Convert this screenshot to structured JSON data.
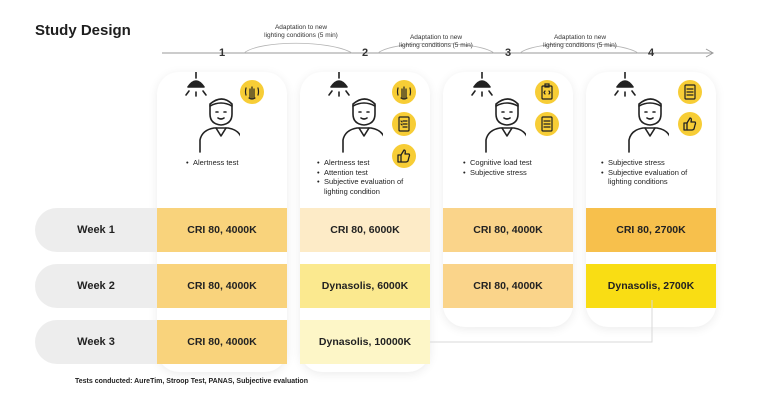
{
  "title": "Study Design",
  "phases": [
    {
      "number": "1",
      "tests": [
        "Alertness test"
      ],
      "badges": [
        "hand-scan-icon"
      ]
    },
    {
      "number": "2",
      "tests": [
        "Alertness test",
        "Attention test",
        "Subjective evaluation of lighting condition"
      ],
      "badges": [
        "hand-scan-icon",
        "checklist-icon",
        "thumbs-up-icon"
      ]
    },
    {
      "number": "3",
      "tests": [
        "Cognitive load test",
        "Subjective stress"
      ],
      "badges": [
        "code-clipboard-icon",
        "document-icon"
      ]
    },
    {
      "number": "4",
      "tests": [
        "Subjective stress",
        "Subjective evaluation of lighting conditions"
      ],
      "badges": [
        "document-icon",
        "thumbs-up-icon"
      ]
    }
  ],
  "adaptation_label": [
    "Adaptation to new",
    "lighting conditions (5 min)"
  ],
  "weeks": [
    {
      "label": "Week 1",
      "conditions": [
        "CRI 80, 4000K",
        "CRI 80, 6000K",
        "CRI 80, 4000K",
        "CRI 80, 2700K"
      ]
    },
    {
      "label": "Week 2",
      "conditions": [
        "CRI 80, 4000K",
        "Dynasolis, 6000K",
        "CRI 80, 4000K",
        "Dynasolis, 2700K"
      ]
    },
    {
      "label": "Week 3",
      "conditions": [
        "CRI 80, 4000K",
        "Dynasolis, 10000K"
      ]
    }
  ],
  "cell_colors": [
    [
      "#f9d37c",
      "#fdebc7",
      "#fad48a",
      "#f7c04c"
    ],
    [
      "#f9d37c",
      "#fbe98f",
      "#fad48a",
      "#f9dd14"
    ],
    [
      "#f9d37c",
      "#fdf6c7"
    ]
  ],
  "footnote": "Tests conducted: AureTim, Stroop Test, PANAS, Subjective evaluation",
  "colors": {
    "accent": "#f7cd36",
    "row_label_bg": "#ededed"
  }
}
